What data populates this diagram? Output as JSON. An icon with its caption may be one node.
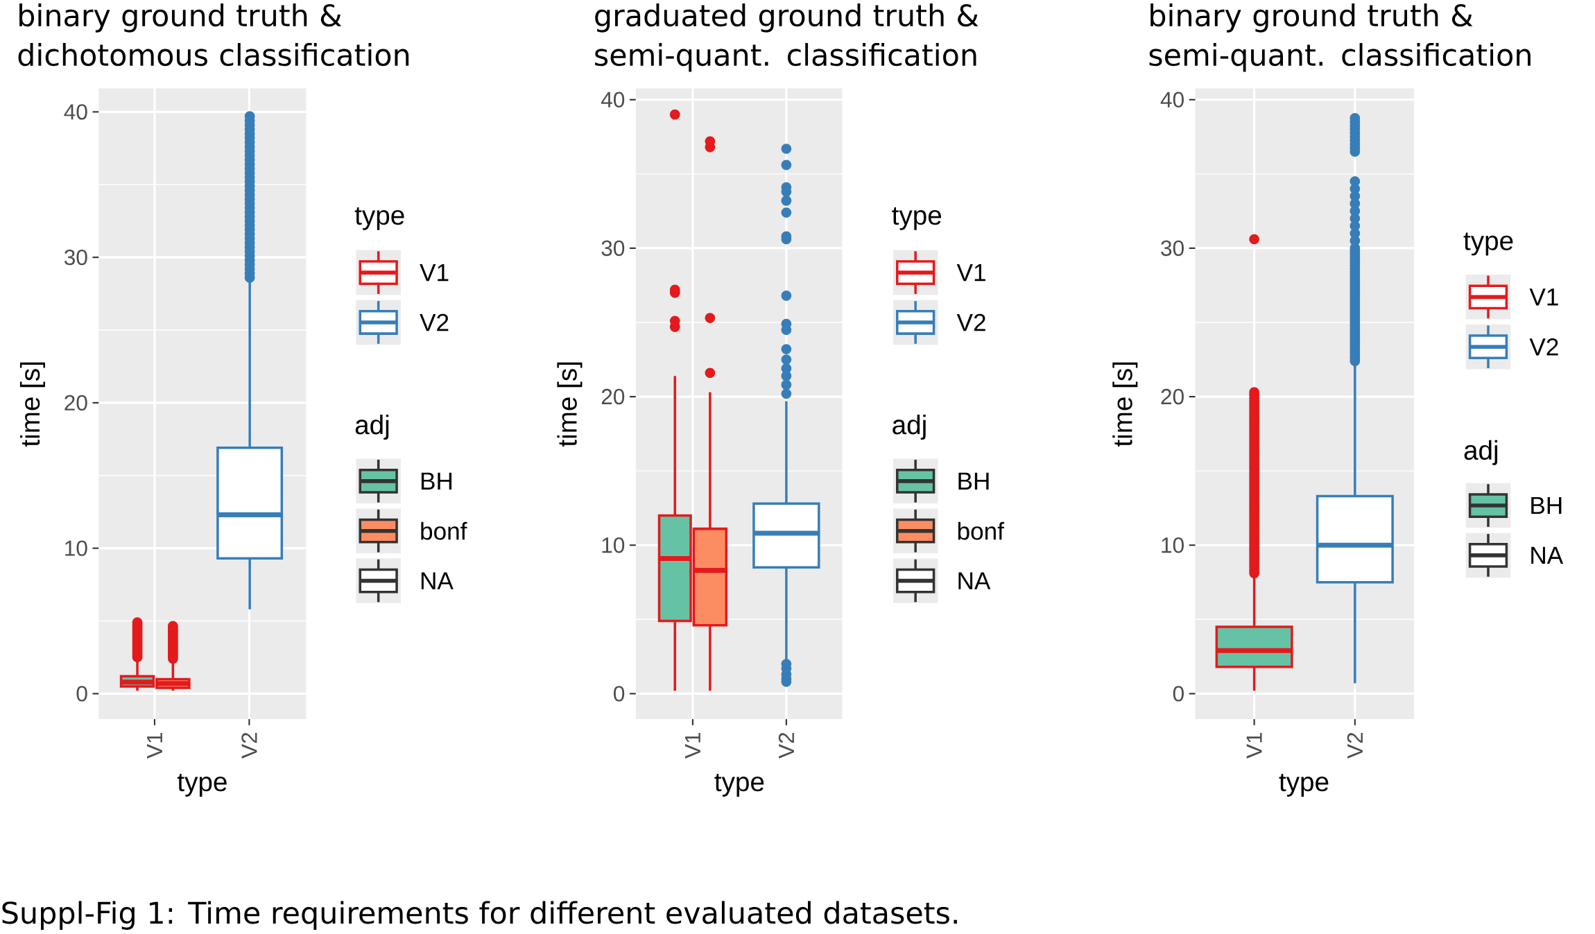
{
  "diagram": {
    "caption": "Suppl-Fig 1: Time requirements for different evaluated datasets.",
    "labels": [
      "binary ground truth & dichotomous classification",
      "0",
      "10",
      "20",
      "30",
      "40",
      "time [s]",
      "V1",
      "V2",
      "type",
      "type",
      "adj",
      "graduated ground truth & semi-quant. classification",
      "0",
      "10",
      "20",
      "30",
      "40",
      "time [s]",
      "V1",
      "V2",
      "type",
      "type",
      "adj",
      "binary ground truth & semi-quant. classification",
      "0",
      "10",
      "20",
      "30",
      "40",
      "time [s]",
      "V1",
      "V2",
      "type",
      "type",
      "adj"
    ],
    "legend": [
      {
        "text": "V1",
        "color": "#e41a1c"
      },
      {
        "text": "V2",
        "color": "#377eb8"
      },
      {
        "text": "BH",
        "color": "#66c2a5"
      },
      {
        "text": "bonf",
        "color": "#fc8d62"
      },
      {
        "text": "NA",
        "color": "#ffffff"
      },
      {
        "text": "V1",
        "color": "#e41a1c"
      },
      {
        "text": "V2",
        "color": "#377eb8"
      },
      {
        "text": "BH",
        "color": "#66c2a5"
      },
      {
        "text": "bonf",
        "color": "#fc8d62"
      },
      {
        "text": "NA",
        "color": "#ffffff"
      },
      {
        "text": "V1",
        "color": "#e41a1c"
      },
      {
        "text": "V2",
        "color": "#377eb8"
      },
      {
        "text": "BH",
        "color": "#66c2a5"
      },
      {
        "text": "NA",
        "color": "#ffffff"
      }
    ]
  }
}
